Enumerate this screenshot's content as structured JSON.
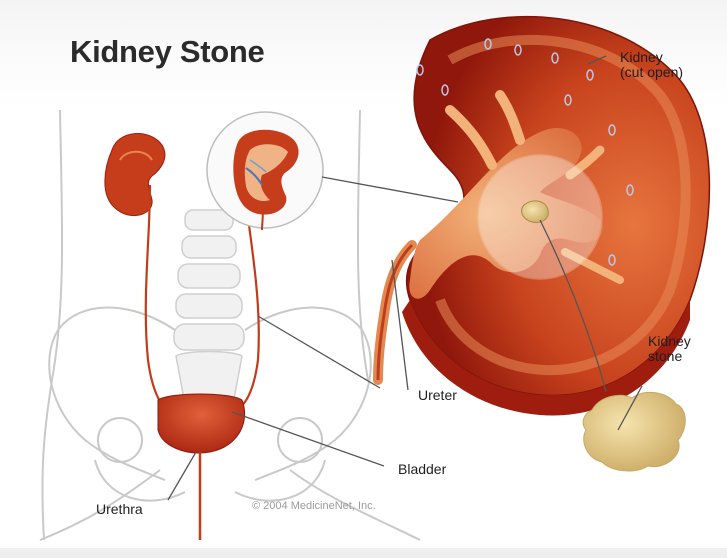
{
  "title": "Kidney Stone",
  "labels": {
    "kidney_line1": "Kidney",
    "kidney_line2": "(cut open)",
    "stone_line1": "Kidney",
    "stone_line2": "stone",
    "ureter": "Ureter",
    "bladder": "Bladder",
    "urethra": "Urethra"
  },
  "copyright": "© 2004 MedicineNet, Inc.",
  "colors": {
    "kidney_dark": "#9e1d0e",
    "kidney_mid": "#c8431d",
    "kidney_light": "#eda36a",
    "bladder": "#c93a1c",
    "stone": "#e6cf8e",
    "outline": "#c9c9c9"
  }
}
